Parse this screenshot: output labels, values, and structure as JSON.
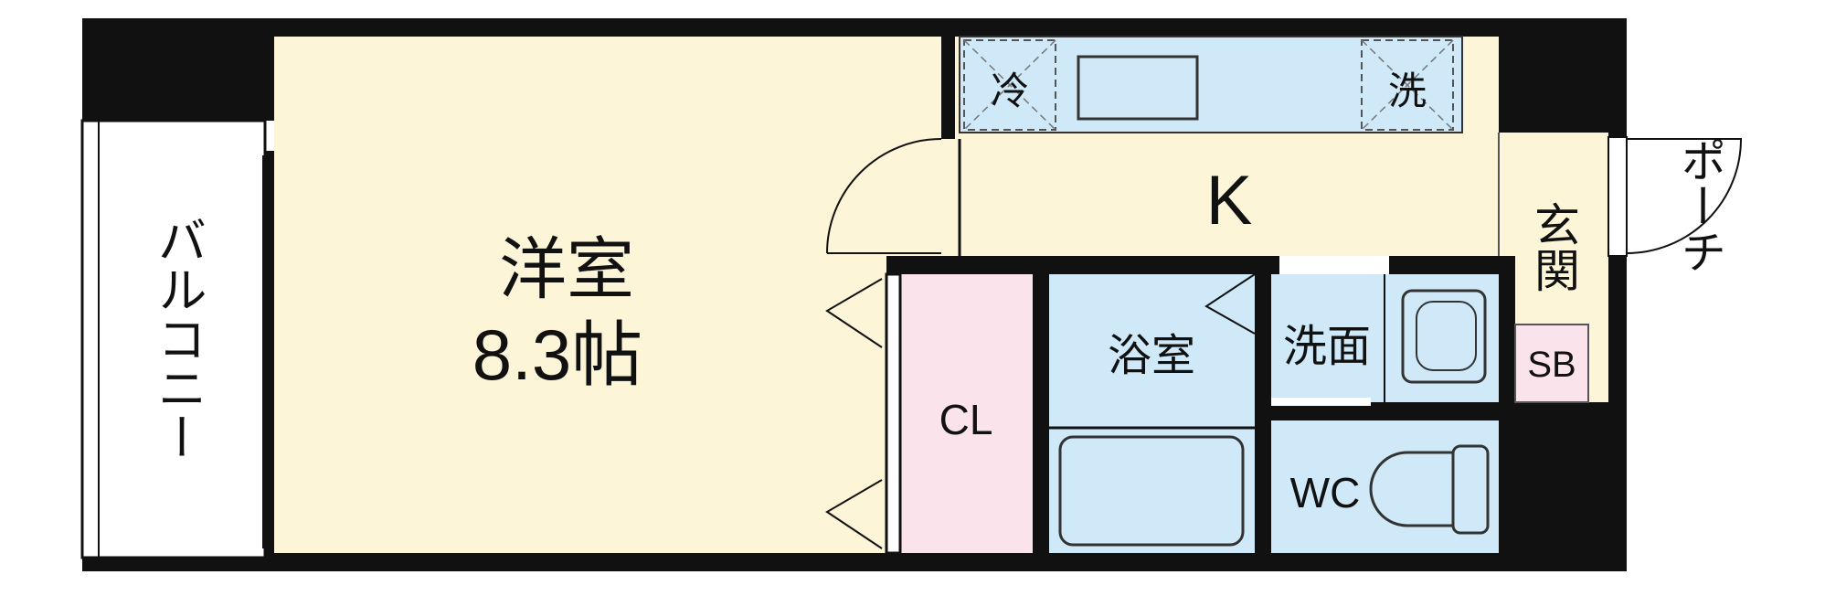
{
  "floorplan": {
    "labels": {
      "western_room": "洋室",
      "western_room_size": "8.3帖",
      "balcony": "バルコニー",
      "kitchen": "K",
      "fridge": "冷",
      "washer": "洗",
      "entrance": "玄関",
      "porch": "ポーチ",
      "closet": "CL",
      "bathroom": "浴室",
      "washroom": "洗面",
      "toilet": "WC",
      "shoe_box": "SB"
    },
    "colors": {
      "wall": "#111111",
      "western_room_fill": "#fcf5d8",
      "kitchen_fill": "#fcf5d8",
      "wet_area_fill": "#cfe9f9",
      "closet_fill": "#fbe3ec",
      "shoe_box_fill": "#fbe3ec",
      "balcony_fill": "#ffffff"
    }
  }
}
